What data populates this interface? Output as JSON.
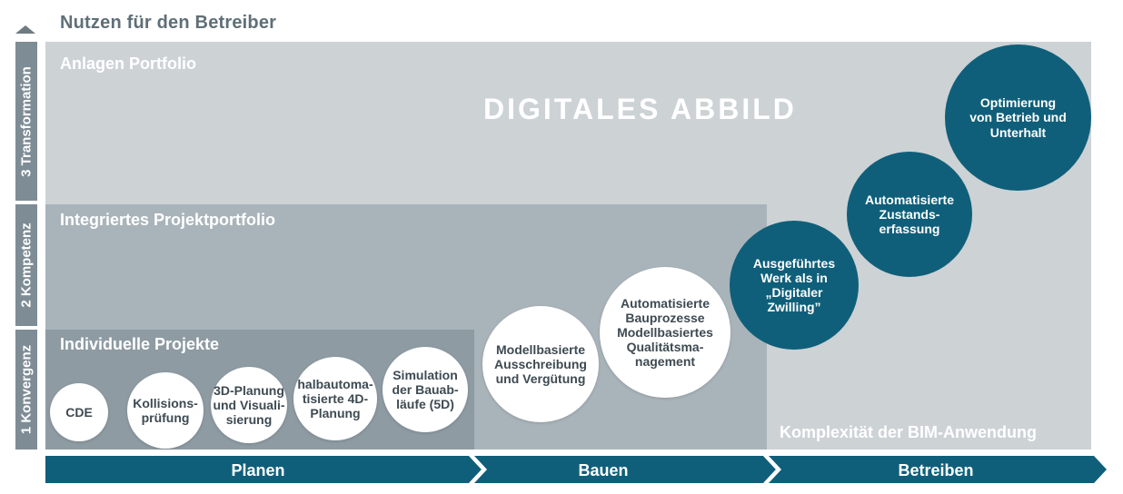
{
  "header": {
    "title": "Nutzen für den Betreiber"
  },
  "levels": [
    {
      "label": "3 Transformation"
    },
    {
      "label": "2 Kompetenz"
    },
    {
      "label": "1 Konvergenz"
    }
  ],
  "panels": {
    "portfolio": "Anlagen Portfolio",
    "integrated": "Integriertes Projektportfolio",
    "individual": "Individuelle Projekte",
    "digital_image": "DIGITALES ABBILD",
    "complexity": "Komplexität der BIM-Anwendung"
  },
  "circles": [
    {
      "text": "CDE"
    },
    {
      "text": "Kollisions-\nprüfung"
    },
    {
      "text": "3D-Planung\nund Visuali-\nsierung"
    },
    {
      "text": "halbautoma-\ntisierte 4D-\nPlanung"
    },
    {
      "text": "Simulation\nder Bauab-\nläufe (5D)"
    },
    {
      "text": "Modellbasierte\nAusschreibung\nund Vergütung"
    },
    {
      "text": "Automatisierte\nBauprozesse\nModellbasiertes\nQualitätsma-\nnagement"
    },
    {
      "text": "Ausgeführtes\nWerk als in\n„Digitaler\nZwilling”"
    },
    {
      "text": "Automatisierte\nZustands-\nerfassung"
    },
    {
      "text": "Optimierung\nvon Betrieb und\nUnterhalt"
    }
  ],
  "phases": [
    {
      "label": "Planen"
    },
    {
      "label": "Bauen"
    },
    {
      "label": "Betreiben"
    }
  ],
  "colors": {
    "teal": "#0f5f7a",
    "panel_light": "#cdd2d5",
    "panel_mid": "#a9b4ba",
    "panel_dark": "#8e9ba3",
    "level_bar": "#7e8c95"
  }
}
